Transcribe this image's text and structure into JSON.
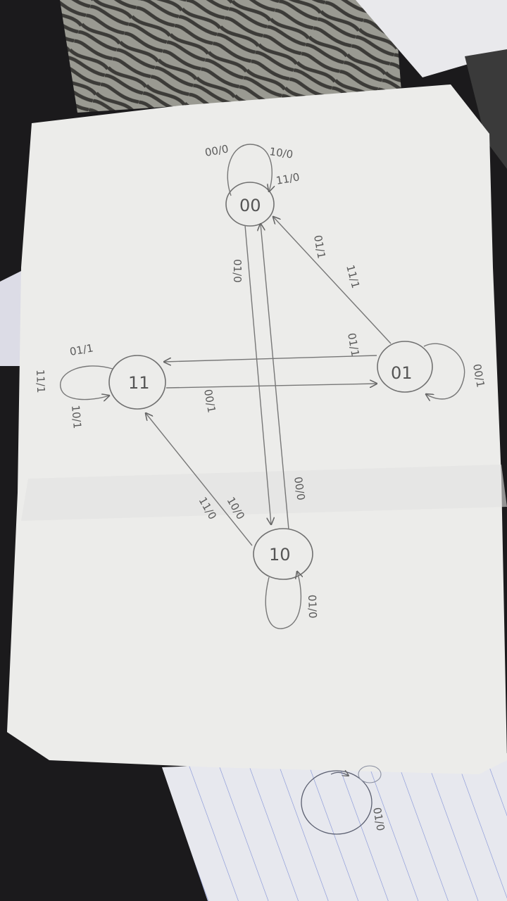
{
  "diagram": {
    "states": [
      {
        "id": "s00",
        "label": "00"
      },
      {
        "id": "s01",
        "label": "01"
      },
      {
        "id": "s11",
        "label": "11"
      },
      {
        "id": "s10",
        "label": "10"
      }
    ],
    "edges": [
      {
        "id": "e00_loop_a",
        "label": "00/0"
      },
      {
        "id": "e00_loop_b",
        "label": "10/0"
      },
      {
        "id": "e00_loop_c",
        "label": "11/0"
      },
      {
        "id": "e00_10",
        "label": "01/0"
      },
      {
        "id": "e01_00_a",
        "label": "01/1"
      },
      {
        "id": "e01_00_b",
        "label": "11/1"
      },
      {
        "id": "e01_11",
        "label": "01/1"
      },
      {
        "id": "e01_loop",
        "label": "00/1"
      },
      {
        "id": "e11_01",
        "label": "00/1"
      },
      {
        "id": "e11_loop_a",
        "label": "11/1"
      },
      {
        "id": "e11_loop_b",
        "label": "01/1"
      },
      {
        "id": "e11_loop_c",
        "label": "10/1"
      },
      {
        "id": "e10_00",
        "label": "00/0"
      },
      {
        "id": "e10_11_a",
        "label": "11/0"
      },
      {
        "id": "e10_11_b",
        "label": "10/0"
      },
      {
        "id": "e10_loop",
        "label": "01/0"
      }
    ]
  },
  "notebook": {
    "edge_label": "01/0"
  },
  "colors": {
    "paper": "#eeeeec",
    "pencil": "#6f6f6f",
    "background": "#1b1a1c"
  }
}
